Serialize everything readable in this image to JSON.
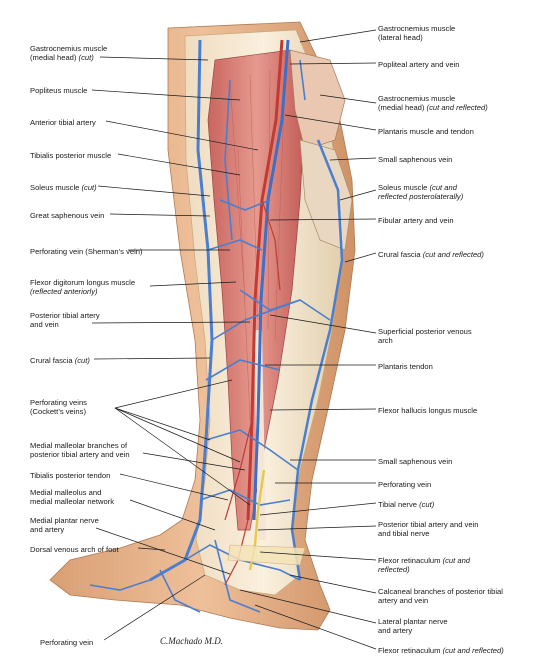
{
  "labels_left": [
    {
      "id": "gastroc-medial",
      "lines": [
        {
          "t": "Gastrocnemius muscle"
        },
        {
          "t": "(medial head) ",
          "i": "(cut)"
        }
      ]
    },
    {
      "id": "popliteus",
      "lines": [
        {
          "t": "Popliteus muscle"
        }
      ]
    },
    {
      "id": "ant-tibial-artery",
      "lines": [
        {
          "t": "Anterior tibial artery"
        }
      ]
    },
    {
      "id": "tib-post-muscle",
      "lines": [
        {
          "t": "Tibialis posterior muscle"
        }
      ]
    },
    {
      "id": "soleus-cut",
      "lines": [
        {
          "t": "Soleus muscle ",
          "i": "(cut)"
        }
      ]
    },
    {
      "id": "great-saphenous",
      "lines": [
        {
          "t": "Great saphenous vein"
        }
      ]
    },
    {
      "id": "perf-sherman",
      "lines": [
        {
          "t": "Perforating vein (Sherman’s vein)"
        }
      ]
    },
    {
      "id": "fdl",
      "lines": [
        {
          "t": "Flexor digitorum longus muscle"
        },
        {
          "t": "",
          "i": "(reflected anteriorly)"
        }
      ]
    },
    {
      "id": "post-tibial-av",
      "lines": [
        {
          "t": "Posterior tibial artery"
        },
        {
          "t": "and vein"
        }
      ]
    },
    {
      "id": "crural-fascia-cut",
      "lines": [
        {
          "t": "Crural fascia ",
          "i": "(cut)"
        }
      ]
    },
    {
      "id": "perf-cockett",
      "lines": [
        {
          "t": "Perforating veins"
        },
        {
          "t": "(Cockett’s veins)"
        }
      ]
    },
    {
      "id": "med-malleolar-branches",
      "lines": [
        {
          "t": "Medial malleolar branches of"
        },
        {
          "t": "posterior tibial artery and vein"
        }
      ]
    },
    {
      "id": "tib-post-tendon",
      "lines": [
        {
          "t": "Tibialis posterior tendon"
        }
      ]
    },
    {
      "id": "med-malleolus-network",
      "lines": [
        {
          "t": "Medial malleolus and"
        },
        {
          "t": "medial malleolar network"
        }
      ]
    },
    {
      "id": "med-plantar",
      "lines": [
        {
          "t": "Medial plantar nerve"
        },
        {
          "t": "and artery"
        }
      ]
    },
    {
      "id": "dorsal-arch",
      "lines": [
        {
          "t": "Dorsal venous arch of foot"
        }
      ]
    },
    {
      "id": "perf-vein-bottom",
      "lines": [
        {
          "t": "Perforating vein"
        }
      ]
    }
  ],
  "labels_right": [
    {
      "id": "gastroc-lateral",
      "lines": [
        {
          "t": "Gastrocnemius muscle"
        },
        {
          "t": "(lateral head)"
        }
      ]
    },
    {
      "id": "popliteal-av",
      "lines": [
        {
          "t": "Popliteal artery and vein"
        }
      ]
    },
    {
      "id": "gastroc-medial-reflected",
      "lines": [
        {
          "t": "Gastrocnemius muscle"
        },
        {
          "t": "(medial head) ",
          "i": "(cut and reflected)"
        }
      ]
    },
    {
      "id": "plantaris",
      "lines": [
        {
          "t": "Plantaris muscle and tendon"
        }
      ]
    },
    {
      "id": "small-saphenous-top",
      "lines": [
        {
          "t": "Small saphenous vein"
        }
      ]
    },
    {
      "id": "soleus-reflected",
      "lines": [
        {
          "t": "Soleus muscle ",
          "i": "(cut and"
        },
        {
          "t": "",
          "i": "reflected posterolaterally)"
        }
      ]
    },
    {
      "id": "fibular-av",
      "lines": [
        {
          "t": "Fibular artery and vein"
        }
      ]
    },
    {
      "id": "crural-fascia-reflected",
      "lines": [
        {
          "t": "Crural fascia ",
          "i": "(cut and reflected)"
        }
      ]
    },
    {
      "id": "sup-post-arch",
      "lines": [
        {
          "t": "Superficial posterior venous"
        },
        {
          "t": "arch"
        }
      ]
    },
    {
      "id": "plantaris-tendon",
      "lines": [
        {
          "t": "Plantaris tendon"
        }
      ]
    },
    {
      "id": "fhl",
      "lines": [
        {
          "t": "Flexor hallucis longus muscle"
        }
      ]
    },
    {
      "id": "small-saphenous-bottom",
      "lines": [
        {
          "t": "Small saphenous vein"
        }
      ]
    },
    {
      "id": "perf-vein-right",
      "lines": [
        {
          "t": "Perforating vein"
        }
      ]
    },
    {
      "id": "tibial-nerve",
      "lines": [
        {
          "t": "Tibial nerve ",
          "i": "(cut)"
        }
      ]
    },
    {
      "id": "post-tibial-av-nerve",
      "lines": [
        {
          "t": "Posterior tibial artery and vein"
        },
        {
          "t": "and tibial nerve"
        }
      ]
    },
    {
      "id": "flexor-retinaculum-1",
      "lines": [
        {
          "t": "Flexor retinaculum ",
          "i": "(cut and"
        },
        {
          "t": "",
          "i": "reflected)"
        }
      ]
    },
    {
      "id": "calcaneal-branches",
      "lines": [
        {
          "t": "Calcaneal branches of posterior tibial"
        },
        {
          "t": "artery and vein"
        }
      ]
    },
    {
      "id": "lateral-plantar",
      "lines": [
        {
          "t": "Lateral plantar nerve"
        },
        {
          "t": "and artery"
        }
      ]
    },
    {
      "id": "flexor-retinaculum-2",
      "lines": [
        {
          "t": "Flexor retinaculum ",
          "i": "(cut and reflected)"
        }
      ]
    }
  ],
  "signature": "C.Machado M.D.",
  "colors": {
    "skin": "#e7b58d",
    "muscle": "#d9807a",
    "vein": "#4a7fcf",
    "artery": "#c23a34",
    "fascia": "#f1e3c4",
    "nerve": "#e6c84a"
  }
}
